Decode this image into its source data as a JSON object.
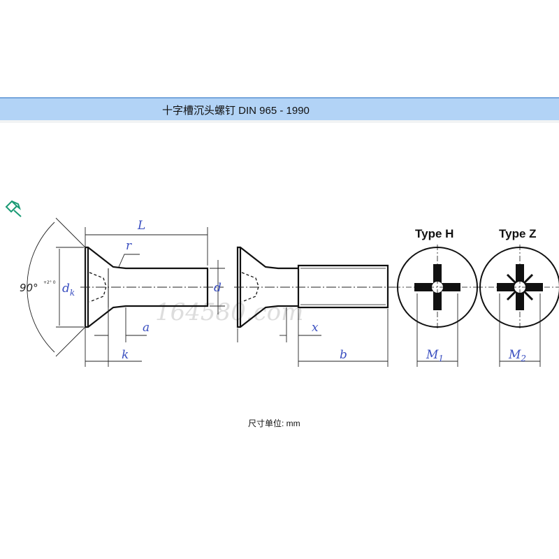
{
  "header": {
    "title": "十字槽沉头螺钉 DIN 965 - 1990"
  },
  "diagram": {
    "labels": {
      "L": "L",
      "r": "r",
      "dk": "d",
      "dk_sub": "k",
      "d": "d",
      "a": "a",
      "k": "k",
      "x": "x",
      "b": "b",
      "angle": "90°",
      "angle_tol": "+2° 0",
      "type_h": "Type H",
      "type_z": "Type Z",
      "m1": "M",
      "m1_sub": "1",
      "m2": "M",
      "m2_sub": "2"
    },
    "watermark": "164580.com"
  },
  "footer": {
    "unit_note": "尺寸单位: mm"
  },
  "colors": {
    "bar": "#b2d3f6",
    "label": "#3a4fc0",
    "pin": "#1a9a74"
  }
}
